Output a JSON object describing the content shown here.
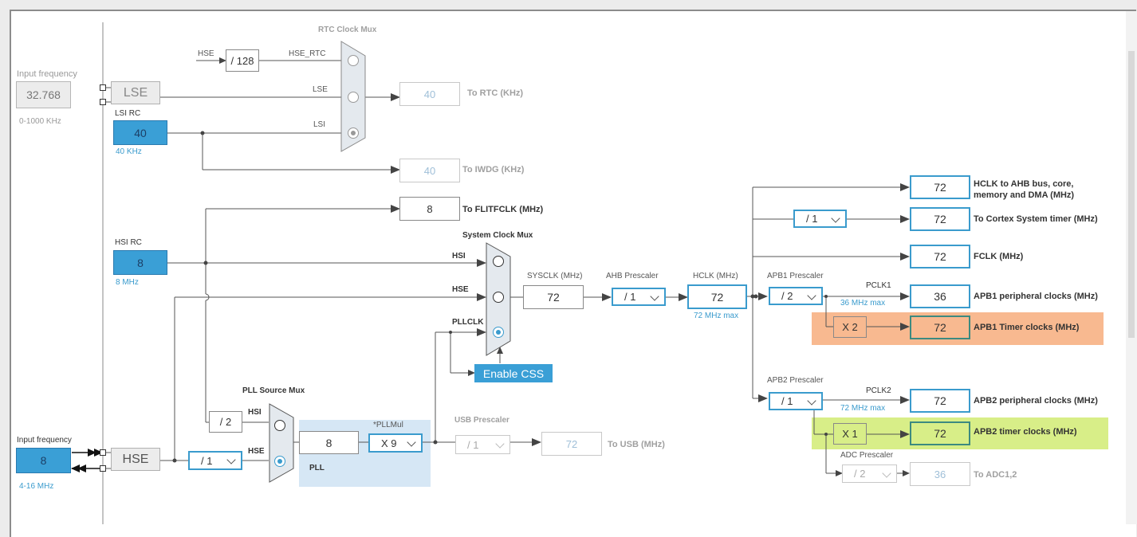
{
  "colors": {
    "accent": "#3a9bcd",
    "source_fill": "#3a9fd6",
    "apb1_timer_highlight": "#f8b990",
    "apb2_timer_highlight": "#d8ee88",
    "pll_background": "#d6e7f5"
  },
  "lse": {
    "input_frequency_label": "Input frequency",
    "input_value": "32.768",
    "range": "0-1000 KHz",
    "block_label": "LSE"
  },
  "lsi": {
    "label": "LSI RC",
    "value": "40",
    "sub": "40 KHz"
  },
  "hsi": {
    "label": "HSI RC",
    "value": "8",
    "sub": "8 MHz"
  },
  "hse": {
    "input_frequency_label": "Input frequency",
    "input_value": "8",
    "range": "4-16 MHz",
    "block_label": "HSE"
  },
  "rtc_mux": {
    "title": "RTC Clock Mux",
    "hse_label": "HSE",
    "div_value": "/ 128",
    "hse_rtc_label": "HSE_RTC",
    "lse_label": "LSE",
    "lsi_label": "LSI",
    "to_rtc_value": "40",
    "to_rtc_label": "To RTC (KHz)",
    "to_iwdg_value": "40",
    "to_iwdg_label": "To IWDG (KHz)"
  },
  "flitf": {
    "value": "8",
    "label": "To FLITFCLK (MHz)"
  },
  "sysclk_mux": {
    "title": "System Clock Mux",
    "hsi_label": "HSI",
    "hse_label": "HSE",
    "pllclk_label": "PLLCLK",
    "enable_css": "Enable CSS"
  },
  "sysclk": {
    "label": "SYSCLK (MHz)",
    "value": "72"
  },
  "ahb": {
    "label": "AHB Prescaler",
    "value": "/ 1"
  },
  "hclk": {
    "label": "HCLK (MHz)",
    "value": "72",
    "sub": "72 MHz max"
  },
  "pll_source_mux": {
    "title": "PLL Source Mux",
    "div2_value": "/ 2",
    "hsi_label": "HSI",
    "hse_label": "HSE",
    "hse_prediv_value": "/ 1"
  },
  "pll": {
    "value": "8",
    "mul_label": "*PLLMul",
    "mul_value": "X 9",
    "label": "PLL"
  },
  "usb": {
    "label": "USB Prescaler",
    "value": "/ 1",
    "out_value": "72",
    "out_label": "To USB (MHz)"
  },
  "outputs": {
    "hclk_ahb_value": "72",
    "hclk_ahb_label_line1": "HCLK to AHB bus, core,",
    "hclk_ahb_label_line2": "memory and DMA (MHz)",
    "cortex_div": "/ 1",
    "cortex_value": "72",
    "cortex_label": "To Cortex System timer (MHz)",
    "fclk_value": "72",
    "fclk_label": "FCLK (MHz)"
  },
  "apb1": {
    "label": "APB1 Prescaler",
    "value": "/ 2",
    "pclk_label": "PCLK1",
    "max": "36 MHz max",
    "periph_value": "36",
    "periph_label": "APB1 peripheral clocks (MHz)",
    "timer_mul": "X 2",
    "timer_value": "72",
    "timer_label": "APB1 Timer clocks (MHz)"
  },
  "apb2": {
    "label": "APB2 Prescaler",
    "value": "/ 1",
    "pclk_label": "PCLK2",
    "max": "72 MHz max",
    "periph_value": "72",
    "periph_label": "APB2 peripheral clocks (MHz)",
    "timer_mul": "X 1",
    "timer_value": "72",
    "timer_label": "APB2 timer clocks (MHz)"
  },
  "adc": {
    "label": "ADC Prescaler",
    "value": "/ 2",
    "out_value": "36",
    "out_label": "To ADC1,2"
  }
}
